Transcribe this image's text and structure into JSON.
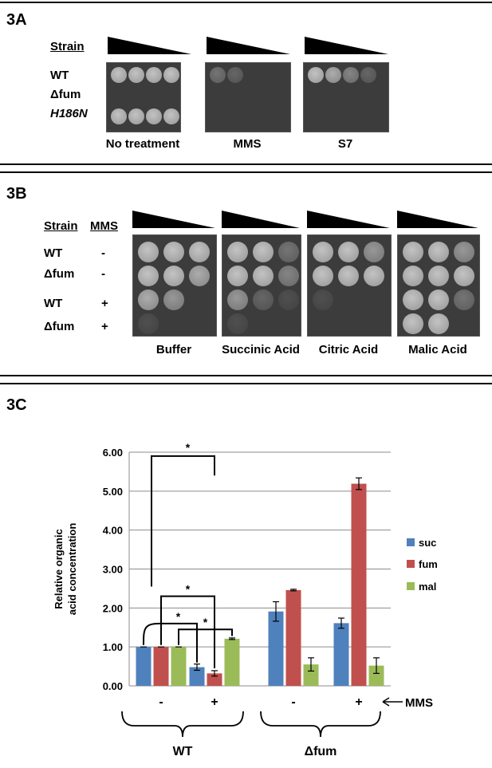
{
  "panelA": {
    "label": "3A",
    "strain_header": "Strain",
    "strains": [
      {
        "name": "WT",
        "italic": false
      },
      {
        "name": "Δfum",
        "italic": false
      },
      {
        "name": "H186N",
        "italic": true
      }
    ],
    "plates": [
      {
        "caption": "No treatment",
        "growth": [
          [
            1,
            1,
            1,
            1
          ],
          [
            0,
            0,
            0,
            0
          ],
          [
            1,
            1,
            1,
            1
          ]
        ]
      },
      {
        "caption": "MMS",
        "growth": [
          [
            0.6,
            0.5,
            0,
            0
          ],
          [
            0,
            0,
            0,
            0
          ],
          [
            0,
            0,
            0,
            0
          ]
        ]
      },
      {
        "caption": "S7",
        "growth": [
          [
            1,
            0.9,
            0.7,
            0.5
          ],
          [
            0,
            0,
            0,
            0
          ],
          [
            0,
            0,
            0,
            0
          ]
        ]
      }
    ]
  },
  "panelB": {
    "label": "3B",
    "strain_header": "Strain",
    "mms_header": "MMS",
    "rows": [
      {
        "strain": "WT",
        "mms": "-"
      },
      {
        "strain": "Δfum",
        "mms": "-"
      },
      {
        "strain": "WT",
        "mms": "+"
      },
      {
        "strain": "Δfum",
        "mms": "+"
      }
    ],
    "plates": [
      {
        "caption": "Buffer",
        "growth": [
          [
            1,
            1,
            1
          ],
          [
            1,
            1,
            0.9
          ],
          [
            0.9,
            0.8,
            0
          ],
          [
            0.3,
            0,
            0
          ]
        ]
      },
      {
        "caption": "Succinic Acid",
        "growth": [
          [
            1,
            1,
            0.6
          ],
          [
            1,
            1,
            0.7
          ],
          [
            0.8,
            0.5,
            0.3
          ],
          [
            0.3,
            0,
            0
          ]
        ]
      },
      {
        "caption": "Citric Acid",
        "growth": [
          [
            1,
            1,
            0.8
          ],
          [
            1,
            1,
            1
          ],
          [
            0.3,
            0,
            0
          ],
          [
            0,
            0,
            0
          ]
        ]
      },
      {
        "caption": "Malic Acid",
        "growth": [
          [
            1,
            1,
            0.8
          ],
          [
            1,
            1,
            1
          ],
          [
            1,
            1,
            0.6
          ],
          [
            1,
            1,
            0
          ]
        ]
      }
    ]
  },
  "panelC": {
    "label": "3C"
  },
  "chart_data": {
    "type": "bar",
    "ylabel": "Relative organic acid concentration",
    "ylim": [
      0,
      6
    ],
    "yticks": [
      "0.00",
      "1.00",
      "2.00",
      "3.00",
      "4.00",
      "5.00",
      "6.00"
    ],
    "grid": true,
    "legend_position": "right",
    "categories": [
      "-",
      "+",
      "-",
      "+"
    ],
    "groups": [
      "WT",
      "Δfum"
    ],
    "treatment_label": "MMS",
    "significance_marker": "*",
    "series": [
      {
        "name": "suc",
        "color": "#4f81bd",
        "values": [
          1.0,
          0.48,
          1.91,
          1.61
        ],
        "errors": [
          0.0,
          0.08,
          0.25,
          0.13
        ]
      },
      {
        "name": "fum",
        "color": "#c0504d",
        "values": [
          1.0,
          0.32,
          2.46,
          5.19
        ],
        "errors": [
          0.0,
          0.07,
          0.02,
          0.15
        ]
      },
      {
        "name": "mal",
        "color": "#9bbb59",
        "values": [
          1.0,
          1.21,
          0.55,
          0.52
        ],
        "errors": [
          0.0,
          0.02,
          0.17,
          0.2
        ]
      }
    ]
  }
}
